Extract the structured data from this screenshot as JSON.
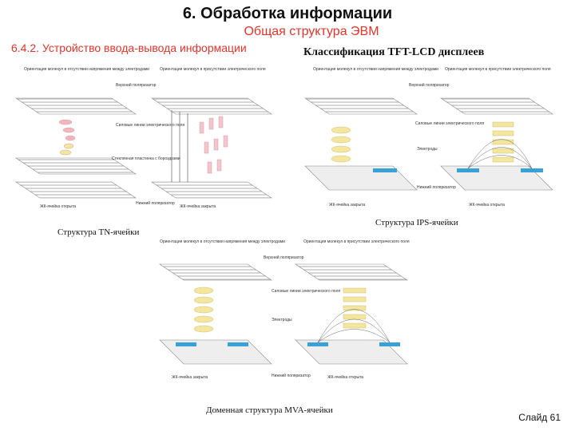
{
  "header": {
    "title": "6. Обработка информации",
    "subtitle": "Общая структура ЭВМ",
    "section": "6.4.2. Устройство ввода-вывода информации"
  },
  "right_title": "Классификация TFT-LCD дисплеев",
  "tn": {
    "caption": "Структура TN-ячейки",
    "labels": {
      "orient_off": "Ориентация молекул в отсутствии напряжения между электродами",
      "orient_on": "Ориентация молекул в присутствии электрического поля",
      "upper_pol": "Верхний поляризатор",
      "field_lines": "Силовые линии электрического поля",
      "glass": "Стеклянная пластинка с бороздками",
      "lower_pol": "Нижний поляризатор",
      "cell_open": "ЖК-ячейка открыта",
      "cell_closed": "ЖК-ячейка закрыта"
    }
  },
  "ips": {
    "caption": "Структура IPS-ячейки",
    "labels": {
      "orient_off": "Ориентация молекул в отсутствии напряжения между электродами",
      "orient_on": "Ориентация молекул в присутствии электрического поля",
      "upper_pol": "Верхний поляризатор",
      "field_lines": "Силовые линии электрического поля",
      "electrodes": "Электроды",
      "lower_pol": "Нижний поляризатор",
      "cell_closed": "ЖК-ячейка закрыта",
      "cell_open": "ЖК-ячейка открыта"
    }
  },
  "mva": {
    "caption": "Доменная структура MVA-ячейки",
    "labels": {
      "orient_off": "Ориентация молекул в отсутствии напряжения между электродами",
      "orient_on": "Ориентация молекул в присутствии электрического поля",
      "upper_pol": "Верхний поляризатор",
      "field_lines": "Силовые линии электрического поля",
      "electrodes": "Электроды",
      "lower_pol": "Нижний поляризатор",
      "cell_closed": "ЖК-ячейка закрыта",
      "cell_open": "ЖК-ячейка открыта"
    }
  },
  "footer": {
    "slide": "Слайд 61"
  },
  "colors": {
    "title_red": "#e0352b",
    "electrode_blue": "#3aa0d8",
    "molecule_yellow": "#f3e7a0",
    "molecule_pink": "#f0b7c0"
  }
}
